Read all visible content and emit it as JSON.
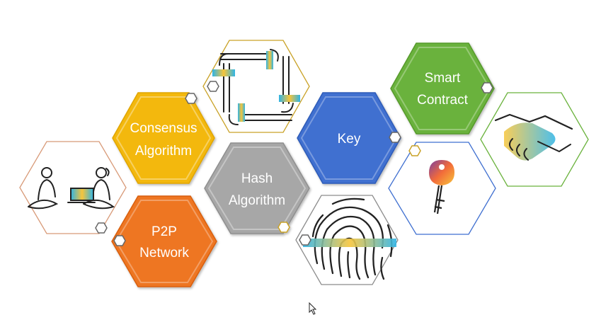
{
  "diagram": {
    "tiles": [
      {
        "id": "consensus",
        "label_line1": "Consensus",
        "label_line2": "Algorithm",
        "color": "#F3B80F"
      },
      {
        "id": "p2p",
        "label_line1": "P2P",
        "label_line2": "Network",
        "color": "#EE7623"
      },
      {
        "id": "hash",
        "label_line1": "Hash",
        "label_line2": "Algorithm",
        "color": "#A7A7A7"
      },
      {
        "id": "key",
        "label_line1": "Key",
        "label_line2": "",
        "color": "#3F6FD0"
      },
      {
        "id": "smart-contract",
        "label_line1": "Smart",
        "label_line2": "Contract",
        "color": "#6AB23C"
      }
    ],
    "icon_tiles": [
      {
        "id": "people-laptop",
        "icon": "people-laptop-icon",
        "border": "#D89A78"
      },
      {
        "id": "hands",
        "icon": "interlocked-hands-icon",
        "border": "#C9A227"
      },
      {
        "id": "fingerprint",
        "icon": "fingerprint-icon",
        "border": "#8C8C8C"
      },
      {
        "id": "key-icon",
        "icon": "key-icon",
        "border": "#3F6FD0"
      },
      {
        "id": "handshake",
        "icon": "handshake-icon",
        "border": "#6AB23C"
      }
    ],
    "accent_gradient": [
      "#2EB4E6",
      "#F7C53B",
      "#7B3FA0",
      "#F26B3A"
    ]
  }
}
